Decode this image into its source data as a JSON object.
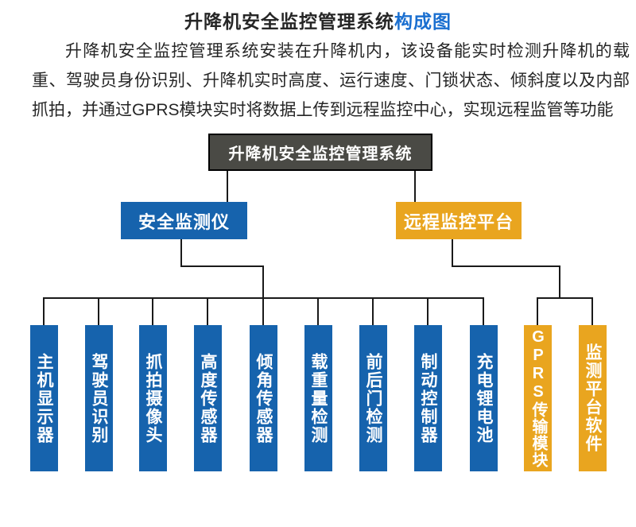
{
  "colors": {
    "blue": "#1663AD",
    "orange": "#E9A51F",
    "dark_box": "#4A4A45",
    "line": "#1A1A1A",
    "title_highlight": "#1A6FD0",
    "text": "#262626"
  },
  "header": {
    "title_main": "升降机安全监控管理系统",
    "title_highlight": "构成图"
  },
  "intro": {
    "text": "升降机安全监控管理系统安装在升降机内，该设备能实时检测升降机的载重、驾驶员身份识别、升降机实时高度、运行速度、门锁状态、倾斜度以及内部抓拍，并通过GPRS模块实时将数据上传到远程监控中心，实现远程监管等功能"
  },
  "diagram": {
    "root": {
      "label": "升降机安全监控管理系统"
    },
    "branches": [
      {
        "label": "安全监测仪",
        "color": "blue"
      },
      {
        "label": "远程监控平台",
        "color": "orange"
      }
    ],
    "leaves": [
      {
        "label": "主机显示器",
        "color": "blue"
      },
      {
        "label": "驾驶员识别",
        "color": "blue"
      },
      {
        "label": "抓拍摄像头",
        "color": "blue"
      },
      {
        "label": "高度传感器",
        "color": "blue"
      },
      {
        "label": "倾角传感器",
        "color": "blue"
      },
      {
        "label": "载重量检测",
        "color": "blue"
      },
      {
        "label": "前后门检测",
        "color": "blue"
      },
      {
        "label": "制动控制器",
        "color": "blue"
      },
      {
        "label": "充电锂电池",
        "color": "blue"
      },
      {
        "label": "GPRS传输模块",
        "color": "orange"
      },
      {
        "label": "监测平台软件",
        "color": "orange"
      }
    ]
  }
}
